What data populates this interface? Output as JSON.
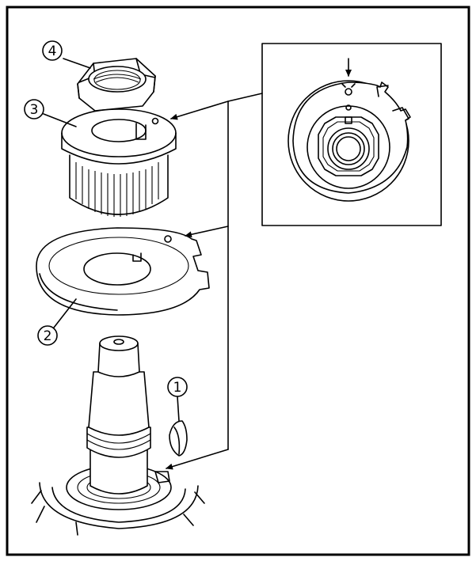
{
  "callouts": [
    {
      "id": "key",
      "label": "1"
    },
    {
      "id": "lock-washer",
      "label": "2"
    },
    {
      "id": "sprocket",
      "label": "3"
    },
    {
      "id": "nut",
      "label": "4"
    }
  ],
  "colors": {
    "line": "#000000",
    "background": "#ffffff"
  }
}
